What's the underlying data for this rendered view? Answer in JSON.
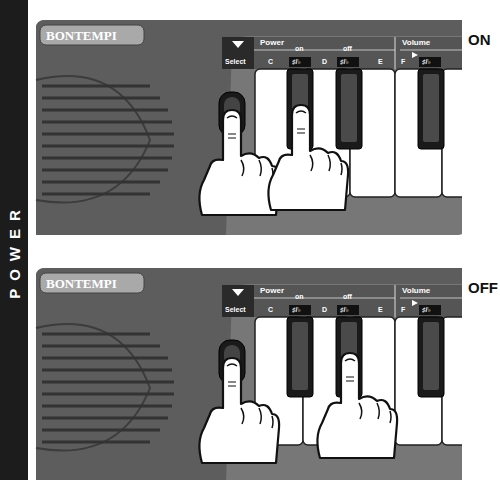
{
  "diagram": {
    "labels": [
      "POWER",
      "BONTEMPI",
      "Select",
      "Power",
      "on",
      "off",
      "Volume",
      "C",
      "♯/♭",
      "D",
      "♯/♭",
      "E",
      "F",
      "♯/♭",
      "ON",
      "BONTEMPI",
      "Select",
      "Power",
      "on",
      "off",
      "Volume",
      "C",
      "♯/♭",
      "D",
      "♯/♭",
      "E",
      "F",
      "♯/♭",
      "OFF"
    ]
  }
}
